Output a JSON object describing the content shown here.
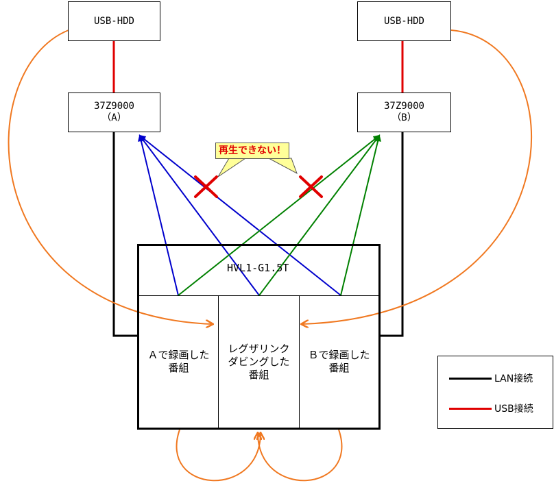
{
  "hdd_left": {
    "label": "USB-HDD"
  },
  "hdd_right": {
    "label": "USB-HDD"
  },
  "tv_left": {
    "model": "37Z9000",
    "sub": "（A）"
  },
  "tv_right": {
    "model": "37Z9000",
    "sub": "（B）"
  },
  "callout": {
    "text": "再生できない！"
  },
  "nas": {
    "title": "HVL1-G1.5T",
    "cells": [
      {
        "line1": "Ａで録画した",
        "line2": "番組"
      },
      {
        "line1": "レグザリンク",
        "line2": "ダビングした",
        "line3": "番組"
      },
      {
        "line1": "Ｂで録画した",
        "line2": "番組"
      }
    ]
  },
  "legend": {
    "lan_label": "LAN接続",
    "usb_label": "USB接続",
    "lan_color": "#000000",
    "usb_color": "#e00000"
  },
  "colors": {
    "tv_a_link": "#0000cc",
    "tv_b_link": "#008000",
    "copy_arrow": "#f07820",
    "fail_mark": "#e00000"
  }
}
